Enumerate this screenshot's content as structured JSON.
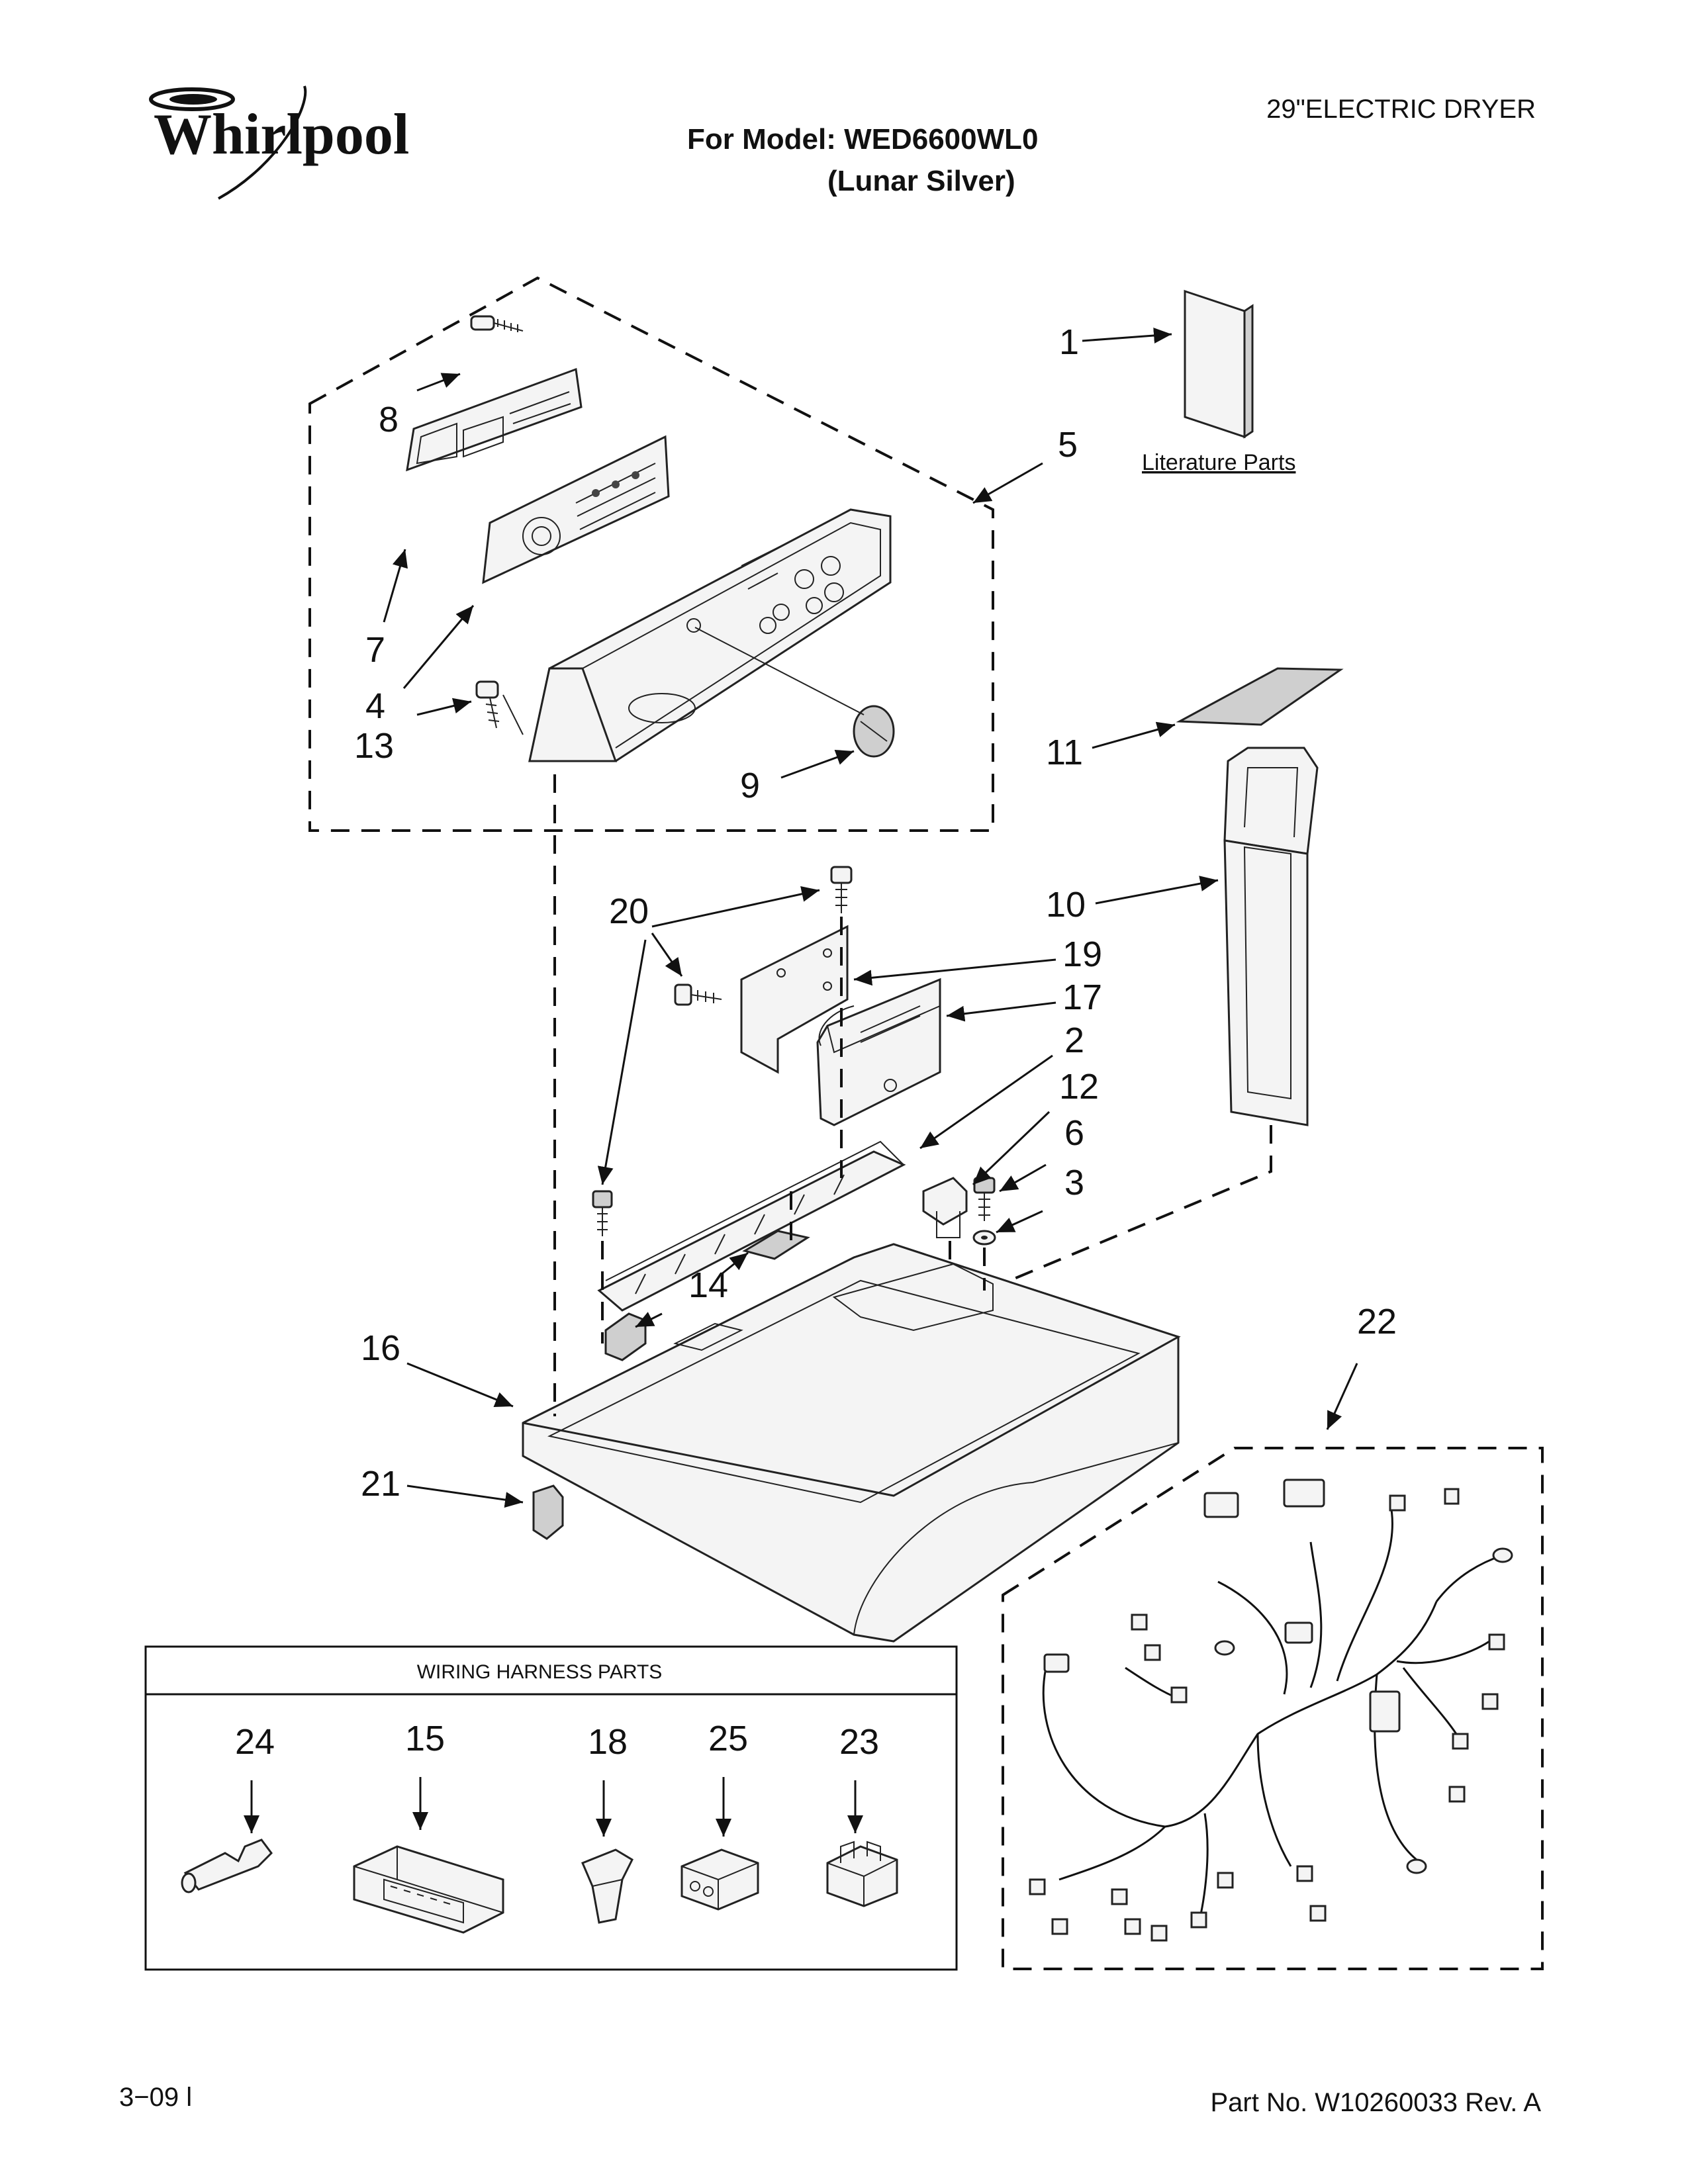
{
  "header": {
    "brand": "Whirlpool",
    "product": "29\"ELECTRIC DRYER",
    "model_line": "For Model: WED6600WL0",
    "color_line": "(Lunar Silver)"
  },
  "literature_label": "Literature Parts",
  "callouts": {
    "c1": "1",
    "c2": "2",
    "c3": "3",
    "c4": "4",
    "c5": "5",
    "c6": "6",
    "c7": "7",
    "c8": "8",
    "c9": "9",
    "c10": "10",
    "c11": "11",
    "c12": "12",
    "c13": "13",
    "c14": "14",
    "c16": "16",
    "c17": "17",
    "c19": "19",
    "c20": "20",
    "c21": "21",
    "c22": "22"
  },
  "wiring_box": {
    "title": "WIRING HARNESS PARTS",
    "items": [
      "24",
      "15",
      "18",
      "25",
      "23"
    ]
  },
  "footer": {
    "date": "3−09 l",
    "part_no": "Part No. W10260033 Rev. A"
  }
}
